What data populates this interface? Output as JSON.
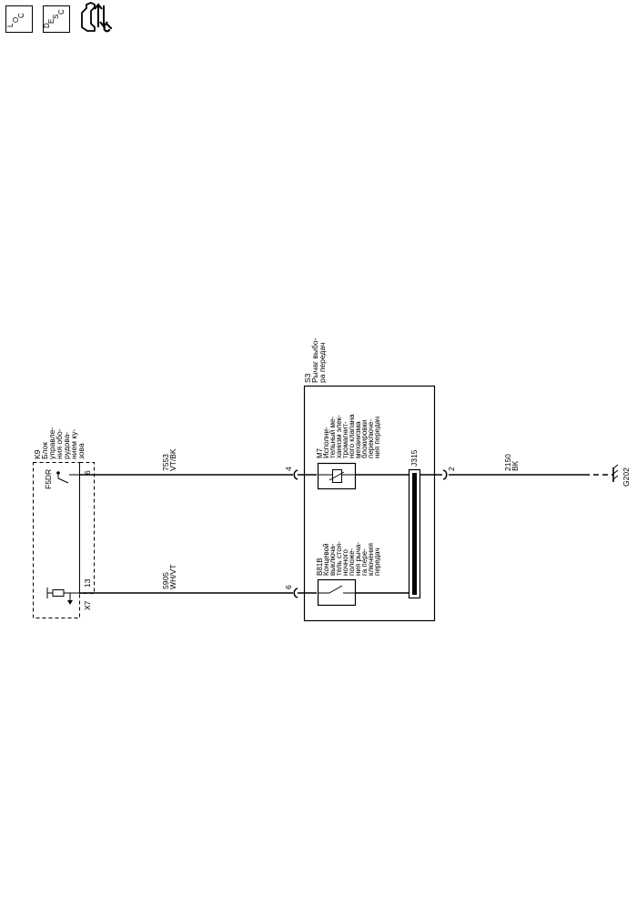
{
  "header_icons": {
    "loc": {
      "letters": [
        "L",
        "O",
        "C"
      ]
    },
    "desc": {
      "letters": [
        "D",
        "E",
        "S",
        "C"
      ]
    },
    "icon3": "car-wrench-arrows-icon"
  },
  "modules": {
    "k9": {
      "id": "K9",
      "name_lines": [
        "Блок",
        "управле-",
        "ния обо-",
        "рудова-",
        "нием ку-",
        "зова"
      ],
      "pin_f5dr": "F5DR",
      "connector_top_pin": "6",
      "connector_bottom_pin": "13",
      "connector_name": "X7"
    },
    "s3": {
      "id": "S3",
      "name_lines": [
        "Рычаг выбо-",
        "ра передач"
      ],
      "pin_left_top": "4",
      "pin_left_bottom": "6",
      "pin_right": "2"
    },
    "m7": {
      "id": "M7",
      "name_lines": [
        "Исполни-",
        "тельный ме-",
        "ханизм элек-",
        "тромагнит-",
        "ного клапана",
        "механизма",
        "блокировки",
        "переключе-",
        "ния передач"
      ]
    },
    "b81b": {
      "id": "B81B",
      "name_lines": [
        "Концевой",
        "выключа-",
        "тель стоя-",
        "ночного",
        "положе-",
        "ния рыча-",
        "га пере-",
        "ключения",
        "передач"
      ]
    },
    "j315": {
      "id": "J315"
    },
    "g202": {
      "id": "G202"
    }
  },
  "wires": {
    "w7553": {
      "circuit": "7553",
      "color": "VT/BK"
    },
    "w5905": {
      "circuit": "5905",
      "color": "WH/VT"
    },
    "w2150": {
      "circuit": "2150",
      "color": "BK"
    }
  }
}
